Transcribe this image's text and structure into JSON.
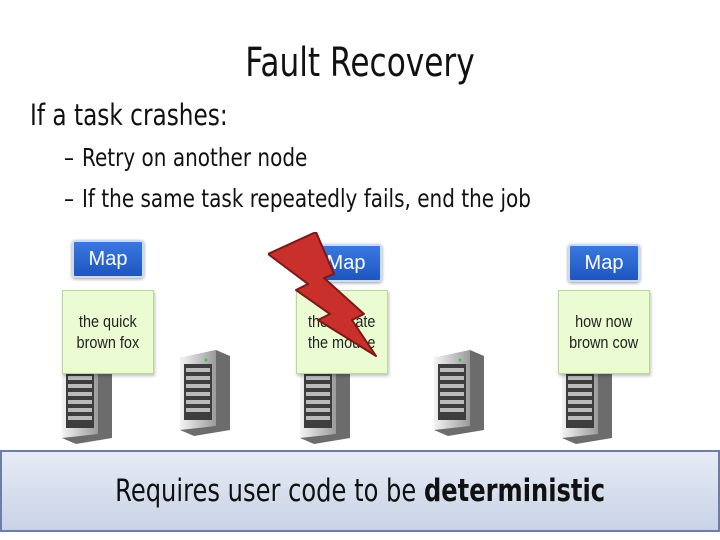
{
  "title": "Fault Recovery",
  "bullet": "If a task crashes:",
  "sub_bullets": [
    "Retry on another node",
    "If the same task repeatedly fails, end the job"
  ],
  "dash": "–",
  "map_tasks": [
    {
      "label": "Map",
      "note_lines": [
        "the quick",
        "brown fox"
      ]
    },
    {
      "label": "Map",
      "note_lines": [
        "the fox ate",
        "the mouse"
      ]
    },
    {
      "label": "Map",
      "note_lines": [
        "how now",
        "brown cow"
      ]
    }
  ],
  "footer": {
    "prefix": "Requires user code to be ",
    "emphasis": "deterministic"
  },
  "colors": {
    "map_blue": "#2a66d6",
    "note_green": "#ecfcd2",
    "bolt_red": "#c9302c",
    "footer_border": "#6d7ea6"
  },
  "icons": [
    "server-icon",
    "lightning-bolt-icon"
  ]
}
